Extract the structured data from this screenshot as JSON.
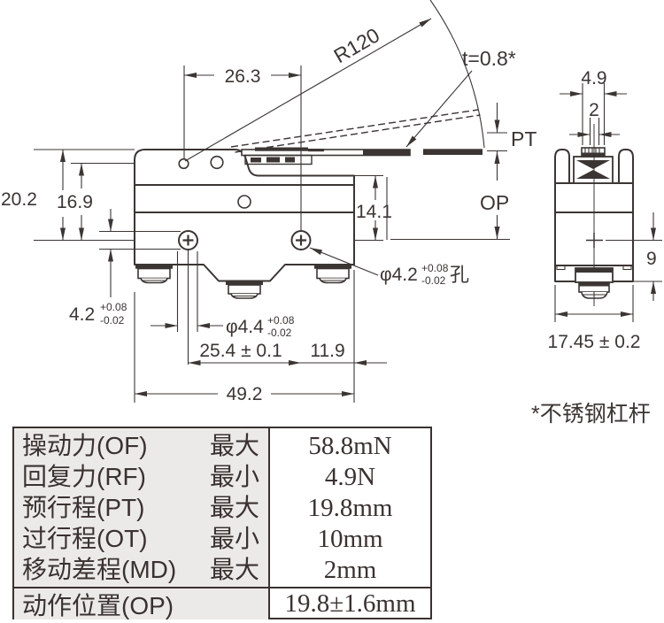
{
  "drawing": {
    "front": {
      "dim_width_26_3": "26.3",
      "lever_radius": "R120",
      "lever_thickness": "t=0.8*",
      "pt_label": "PT",
      "op_label": "OP",
      "dim_20_2": "20.2",
      "dim_16_9": "16.9",
      "dim_14_1": "14.1",
      "dim_4_2": "4.2",
      "tol_plus": "+0.08",
      "tol_minus": "-0.02",
      "hole_dia": "φ4.2",
      "hole_suffix": "孔",
      "dim_phi_4_4": "φ4.4",
      "dim_25_4": "25.4 ± 0.1",
      "dim_11_9": "11.9",
      "dim_49_2": "49.2"
    },
    "side": {
      "dim_4_9": "4.9",
      "dim_2": "2",
      "dim_9": "9",
      "dim_17_45": "17.45 ± 0.2"
    },
    "footnote": "*不锈钢杠杆"
  },
  "spec_table": {
    "rows": [
      {
        "name": "操动力(OF)",
        "qualifier": "最大",
        "value": "58.8mN"
      },
      {
        "name": "回复力(RF)",
        "qualifier": "最小",
        "value": "4.9N"
      },
      {
        "name": "预行程(PT)",
        "qualifier": "最大",
        "value": "19.8mm"
      },
      {
        "name": "过行程(OT)",
        "qualifier": "最小",
        "value": "10mm"
      },
      {
        "name": "移动差程(MD)",
        "qualifier": "最大",
        "value": "2mm"
      }
    ],
    "footer": {
      "name": "动作位置(OP)",
      "value": "19.8±1.6mm"
    }
  }
}
